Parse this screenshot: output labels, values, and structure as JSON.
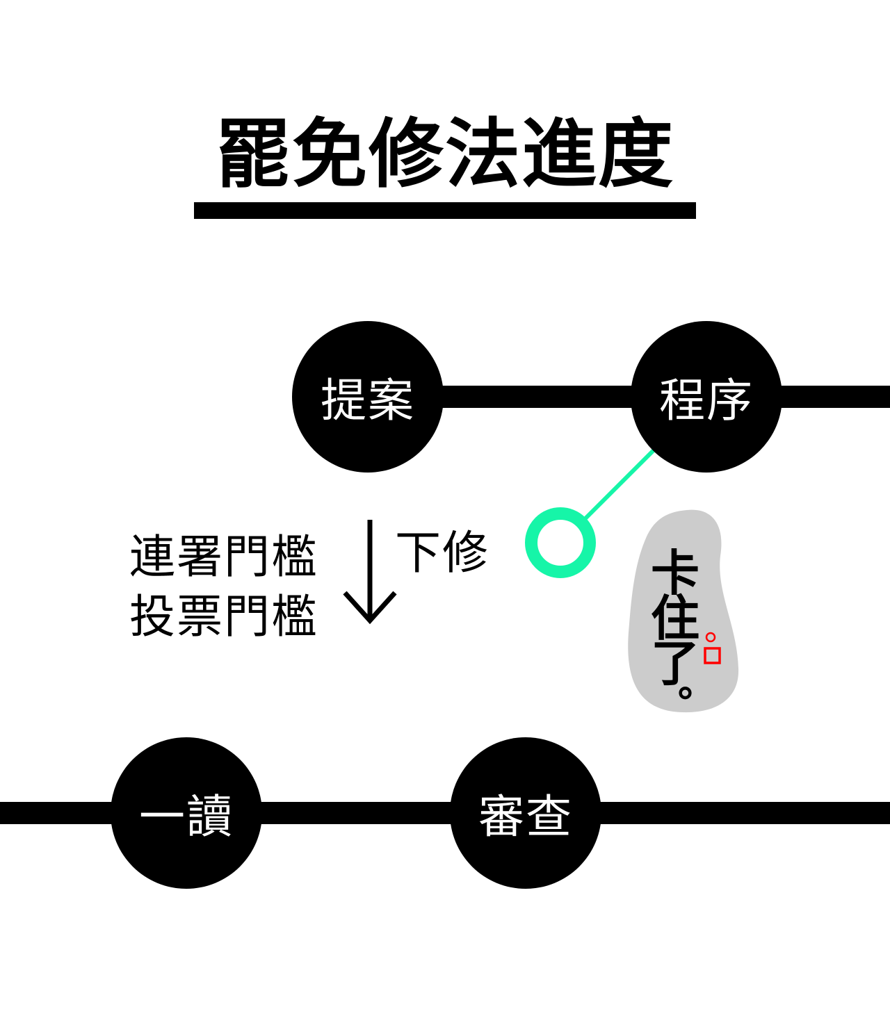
{
  "title": "罷免修法進度",
  "nodes": {
    "proposal": "提案",
    "procedure": "程序",
    "first_reading": "一讀",
    "review": "審查"
  },
  "thresholds": {
    "line1": "連署門檻",
    "line2": "投票門檻",
    "lowered": "下修"
  },
  "status": {
    "char1": "卡",
    "char2": "住",
    "char3": "了",
    "punct": "。"
  },
  "colors": {
    "accent": "#16f5a8",
    "blob": "#cccccc",
    "marker": "#ff0000"
  }
}
